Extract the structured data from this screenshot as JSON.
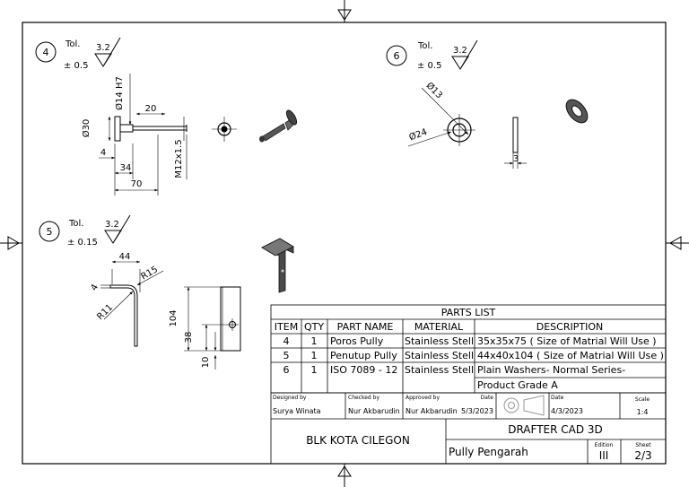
{
  "callouts": [
    {
      "num": "4",
      "tol_label": "Tol.",
      "tol_value": "± 0.5",
      "roughness": "3.2"
    },
    {
      "num": "6",
      "tol_label": "Tol.",
      "tol_value": "± 0.5",
      "roughness": "3.2"
    },
    {
      "num": "5",
      "tol_label": "Tol.",
      "tol_value": "± 0.15",
      "roughness": "3.2"
    }
  ],
  "dims": {
    "d30": "Ø30",
    "d14h7": "Ø14 H7",
    "d20": "20",
    "d4a": "4",
    "d34": "34",
    "d70": "70",
    "m12": "M12x1.5",
    "d13": "Ø13",
    "d24": "Ø24",
    "d3": "3",
    "d44": "44",
    "r15": "R15",
    "d4b": "4",
    "r11": "R11",
    "d104": "104",
    "d38": "38",
    "d10": "10"
  },
  "parts_list": {
    "title": "PARTS LIST",
    "headers": [
      "ITEM",
      "QTY",
      "PART NAME",
      "MATERIAL",
      "DESCRIPTION"
    ],
    "rows": [
      [
        "4",
        "1",
        "Poros Pully",
        "Stainless Stell",
        "35x35x75 ( Size of Matrial Will Use )"
      ],
      [
        "5",
        "1",
        "Penutup Pully",
        "Stainless Stell",
        "44x40x104 ( Size of Matrial Will Use )"
      ],
      [
        "6",
        "1",
        "ISO 7089 - 12",
        "Stainless Stell",
        "Plain Washers- Normal Series-"
      ]
    ],
    "row6_line2": "Product Grade A"
  },
  "title_block": {
    "designed_by_label": "Designed by",
    "designed_by": "Surya Winata",
    "checked_by_label": "Checked by",
    "checked_by": "Nur Akbarudin",
    "approved_by_label": "Approved by",
    "approved_by": "Nur Akbarudin",
    "date_label": "Date",
    "date_approved": "5/3/2023",
    "date_label2": "Date",
    "date_drawn": "4/3/2023",
    "scale_label": "Scale",
    "scale": "1:4",
    "company": "BLK KOTA CILEGON",
    "project": "DRAFTER CAD 3D",
    "drawing_title": "Pully Pengarah",
    "edition_label": "Edition",
    "edition": "III",
    "sheet_label": "Sheet",
    "sheet": "2/3"
  }
}
